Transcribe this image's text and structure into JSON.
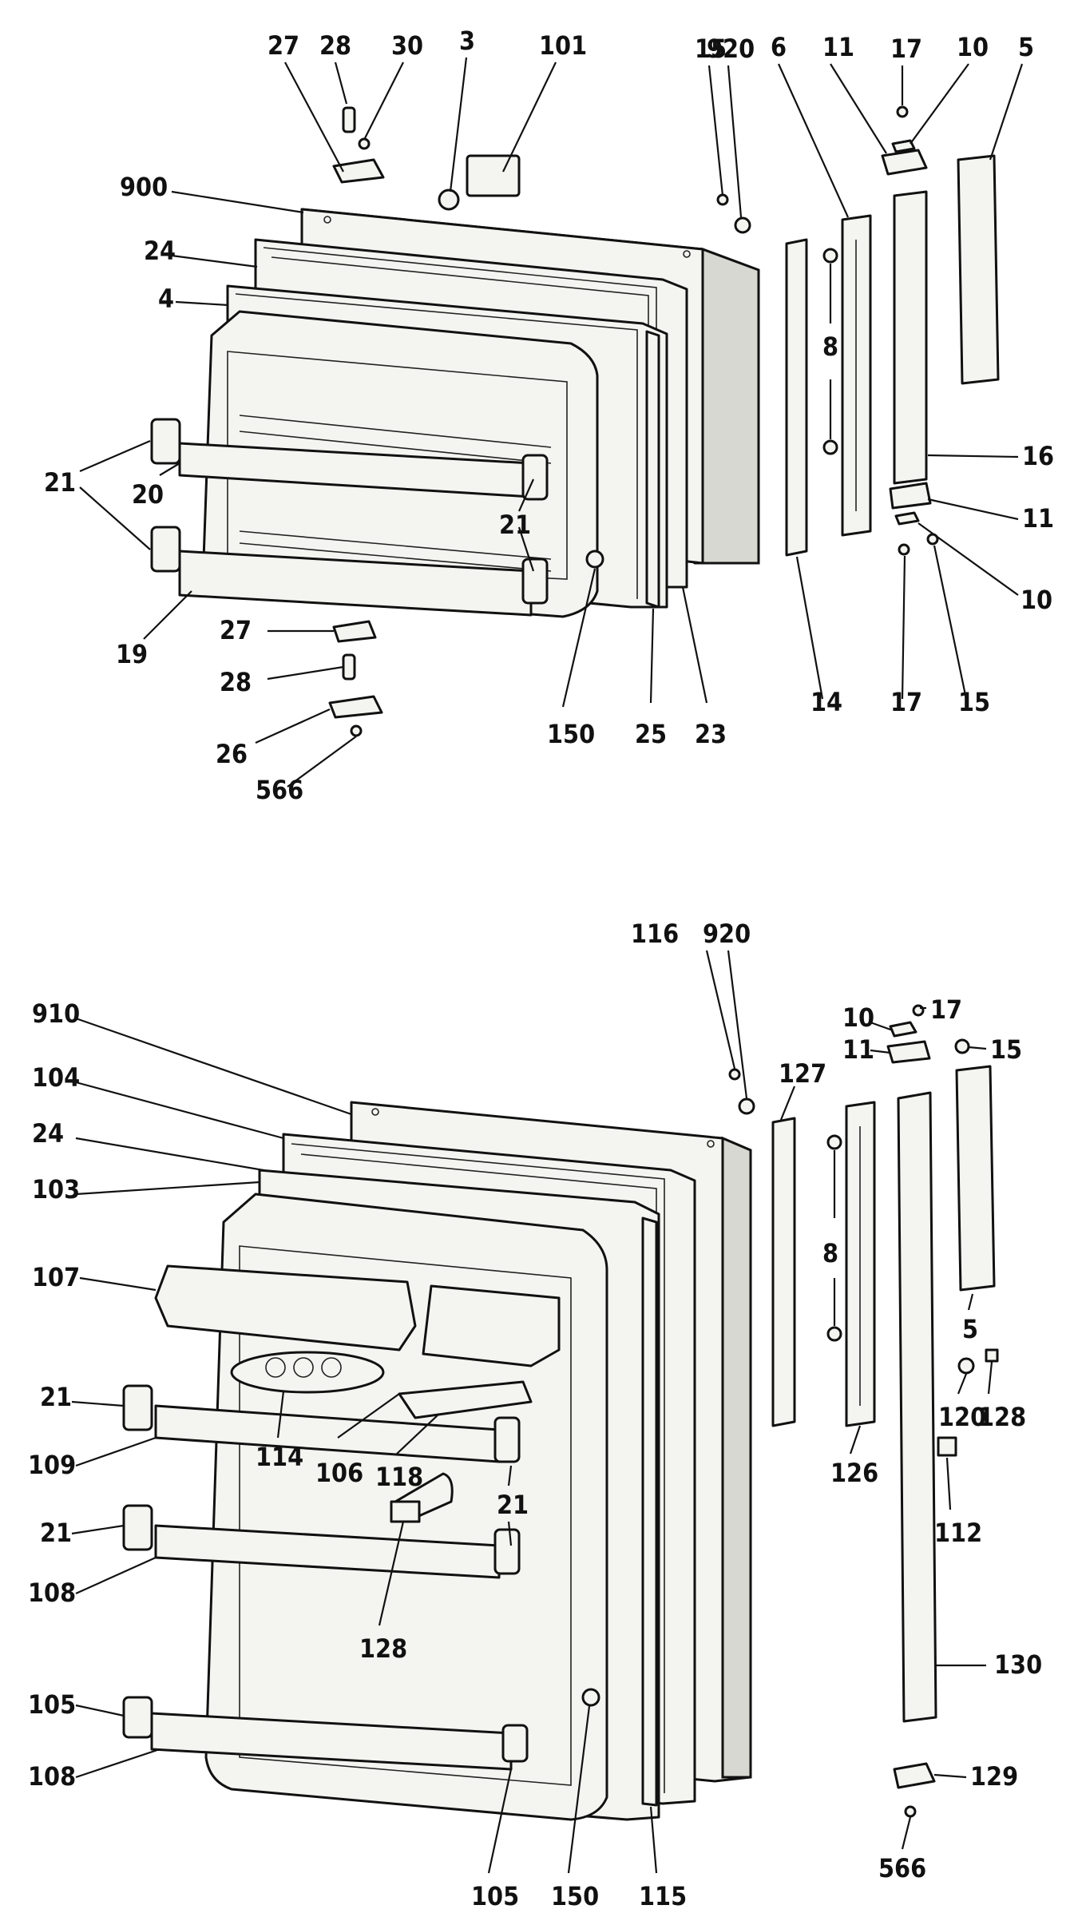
{
  "upper_assembly": {
    "labels": {
      "l27": "27",
      "l28": "28",
      "l30": "30",
      "l3": "3",
      "l101": "101",
      "l15": "15",
      "l920": "920",
      "l6": "6",
      "l11": "11",
      "l17": "17",
      "l10": "10",
      "l5": "5",
      "l900": "900",
      "l24": "24",
      "l4": "4",
      "l8": "8",
      "l16": "16",
      "l21a": "21",
      "l20": "20",
      "l21b": "21",
      "l11b": "11",
      "l10b": "10",
      "l19": "19",
      "l27b": "27",
      "l28b": "28",
      "l26": "26",
      "l566": "566",
      "l150": "150",
      "l25": "25",
      "l23": "23",
      "l14": "14",
      "l17b": "17",
      "l15b": "15"
    }
  },
  "lower_assembly": {
    "labels": {
      "l116": "116",
      "l920": "920",
      "l910": "910",
      "l104": "104",
      "l24": "24",
      "l103": "103",
      "l127": "127",
      "l10": "10",
      "l17": "17",
      "l11": "11",
      "l15": "15",
      "l107": "107",
      "l8": "8",
      "l5": "5",
      "l21a": "21",
      "l109": "109",
      "l114": "114",
      "l106": "106",
      "l118": "118",
      "l21b": "21",
      "l21c": "21",
      "l108a": "108",
      "l128a": "128",
      "l126": "126",
      "l120": "120",
      "l128b": "128",
      "l112": "112",
      "l130": "130",
      "l105a": "105",
      "l108b": "108",
      "l105b": "105",
      "l150": "150",
      "l115": "115",
      "l129": "129",
      "l566": "566"
    }
  }
}
